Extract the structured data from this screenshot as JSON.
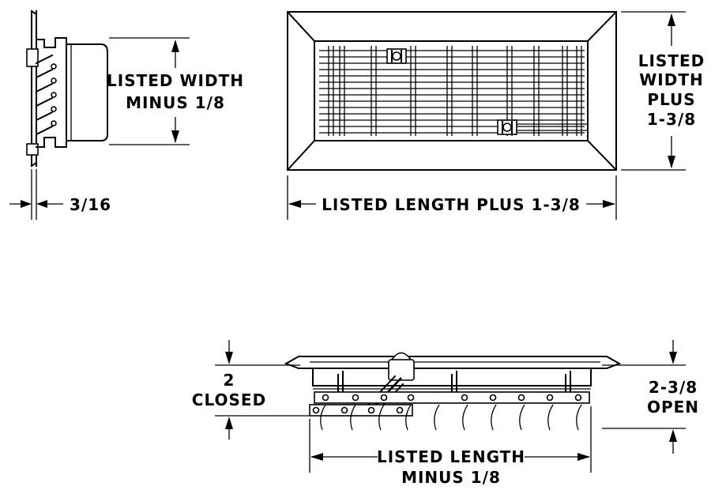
{
  "side_view": {
    "width_label_line1": "LISTED WIDTH",
    "width_label_line2": "MINUS 1/8",
    "flange_label": "3/16"
  },
  "front_view": {
    "height_label_line1": "LISTED",
    "height_label_line2": "WIDTH",
    "height_label_line3": "PLUS",
    "height_label_line4": "1-3/8",
    "length_label": "LISTED LENGTH PLUS 1-3/8"
  },
  "bottom_view": {
    "closed_label_line1": "2",
    "closed_label_line2": "CLOSED",
    "open_label_line1": "2-3/8",
    "open_label_line2": "OPEN",
    "length_label_line1": "LISTED LENGTH",
    "length_label_line2": "MINUS 1/8"
  }
}
